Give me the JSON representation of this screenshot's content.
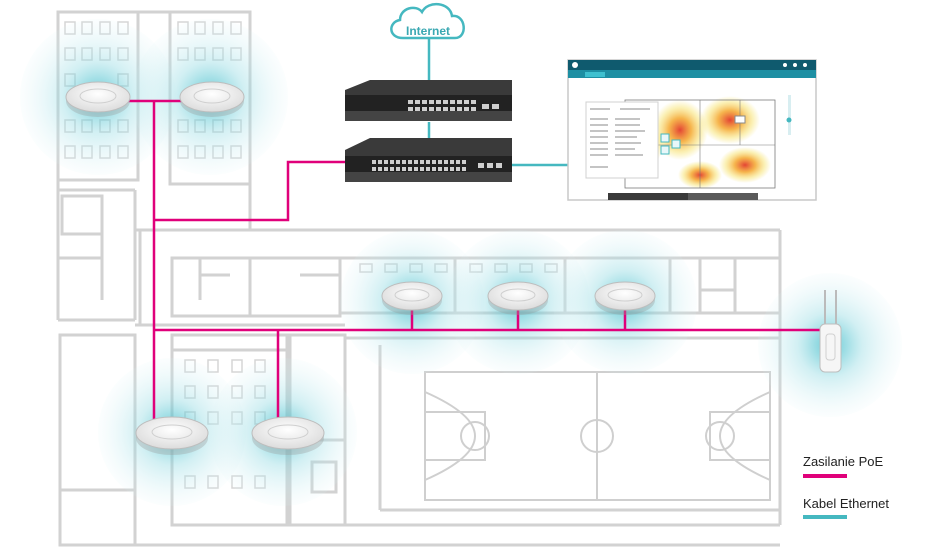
{
  "cloud": {
    "label": "Internet",
    "icon": "cloud-icon"
  },
  "legend": {
    "poe_label": "Zasilanie PoE",
    "ethernet_label": "Kabel Ethernet"
  },
  "colors": {
    "poe": "#e0007a",
    "ethernet": "#45b8c0",
    "wall": "#d2d2d2",
    "signal": "#7fd3dd",
    "device_dark": "#2b2b2b"
  },
  "devices": {
    "switches": [
      "switch-top-icon",
      "switch-bottom-icon"
    ],
    "access_points": 7,
    "outdoor_access_points": 1
  }
}
